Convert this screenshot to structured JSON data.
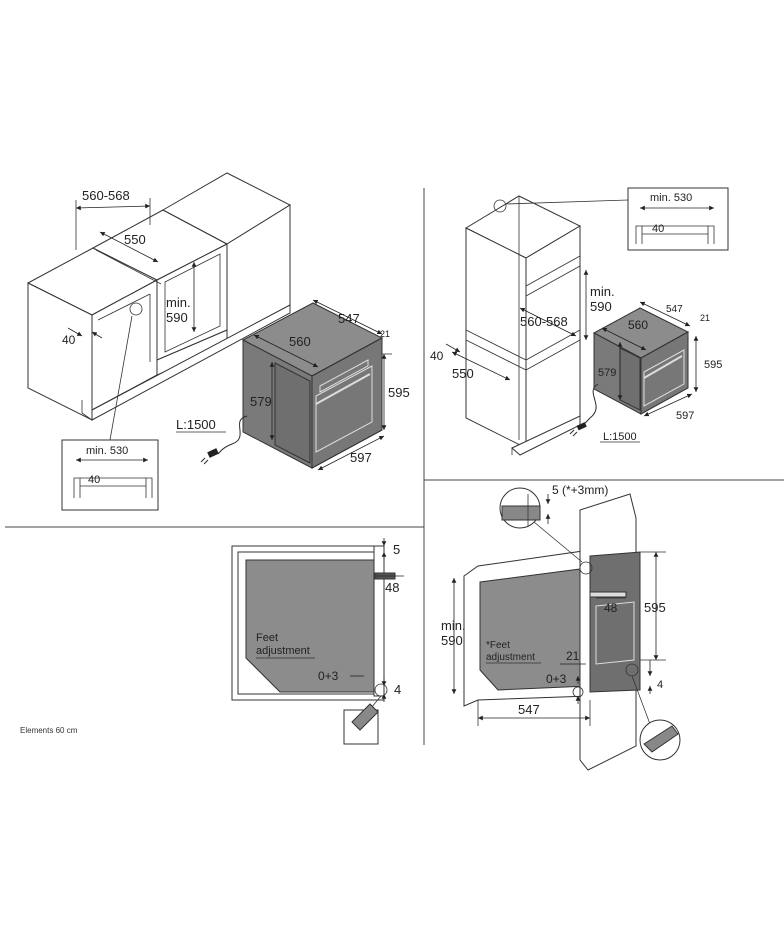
{
  "caption": "Elements 60 cm",
  "panel_tl": {
    "dim_width_range": "560-568",
    "dim_depth": "550",
    "dim_min_height_line1": "min.",
    "dim_min_height_line2": "590",
    "dim_gap": "40",
    "detail_min": "min. 530",
    "detail_gap": "40",
    "oven_depth_top": "547",
    "oven_depth": "560",
    "oven_frame": "21",
    "oven_height": "595",
    "oven_inner_height": "579",
    "oven_width": "597",
    "cable": "L:1500"
  },
  "panel_tr": {
    "detail_min": "min. 530",
    "detail_gap": "40",
    "dim_min_height_line1": "min.",
    "dim_min_height_line2": "590",
    "dim_width_range": "560-568",
    "dim_gap": "40",
    "dim_depth": "550",
    "oven_depth_top": "547",
    "oven_frame": "21",
    "oven_depth": "560",
    "oven_inner_height": "579",
    "oven_height": "595",
    "oven_width": "597",
    "cable": "L:1500"
  },
  "panel_bl": {
    "dim_top": "5",
    "dim_door": "48",
    "feet_line1": "Feet",
    "feet_line2": "adjustment",
    "feet_range": "0+3",
    "dim_bottom": "4"
  },
  "panel_br": {
    "dim_top": "5 (*+3mm)",
    "dim_door": "48",
    "dim_height": "595",
    "min_line1": "min.",
    "min_line2": "590",
    "feet_line1": "*Feet",
    "feet_line2": "adjustment",
    "dim_frame": "21",
    "feet_range": "0+3",
    "dim_bottom": "4",
    "dim_depth": "547"
  }
}
